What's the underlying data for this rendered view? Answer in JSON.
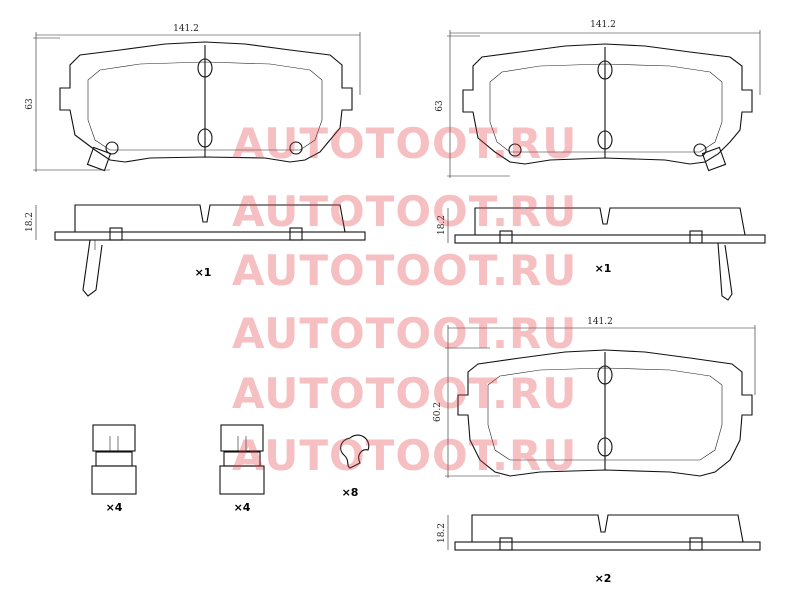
{
  "diagram": {
    "width_label": "141.2",
    "height_label_a": "63",
    "height_label_b": "60.2",
    "thickness_label": "18.2",
    "qty_pad_a1": "×1",
    "qty_pad_a2": "×1",
    "qty_pad_b": "×2",
    "qty_clip_a": "×4",
    "qty_clip_b": "×4",
    "qty_spring": "×8"
  },
  "watermark": {
    "text": "AUTOTOOT.RU",
    "color": "#e4393f"
  }
}
